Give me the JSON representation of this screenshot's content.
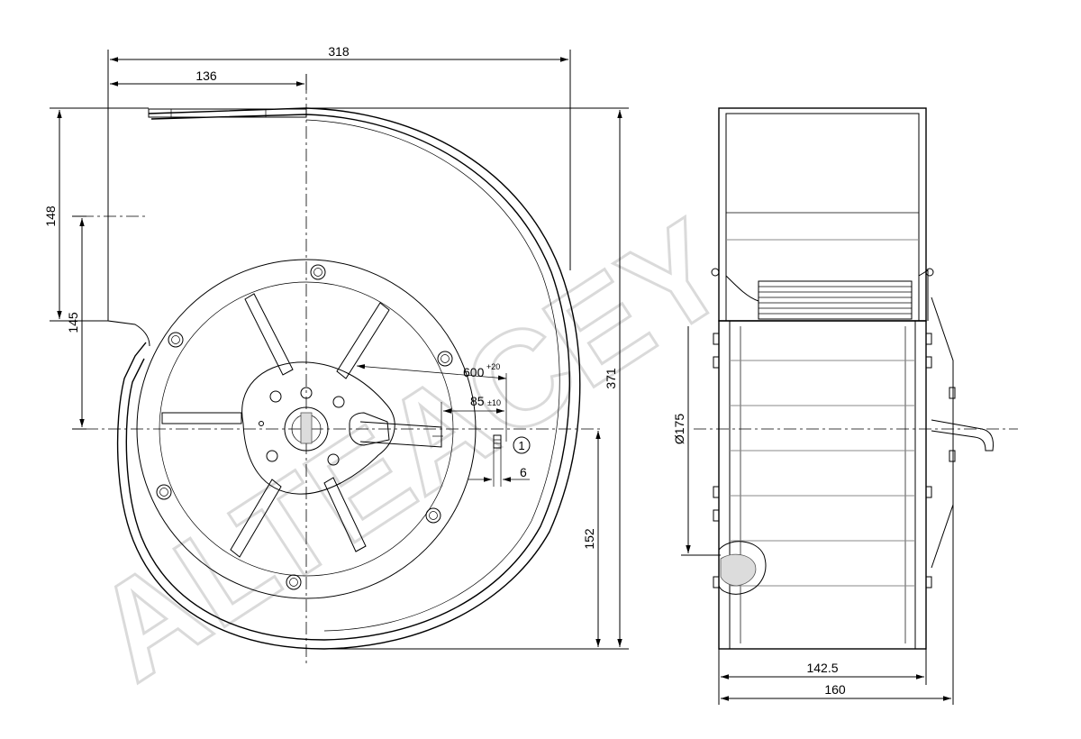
{
  "dimensions": {
    "width_total": "318",
    "width_inlet": "136",
    "height_top": "148",
    "height_outlet": "145",
    "height_total": "371",
    "height_lower": "152",
    "cable_length": "600",
    "cable_length_tol": "+20",
    "strip_length": "85",
    "strip_length_tol": "±10",
    "wire_strip": "6",
    "diameter": "Ø175",
    "side_width_inner": "142.5",
    "side_width_total": "160"
  },
  "callout": {
    "number": "1"
  },
  "watermark": {
    "text": "ALTEACEY"
  },
  "colors": {
    "line": "#000000",
    "watermark": "#d6d6d6"
  }
}
